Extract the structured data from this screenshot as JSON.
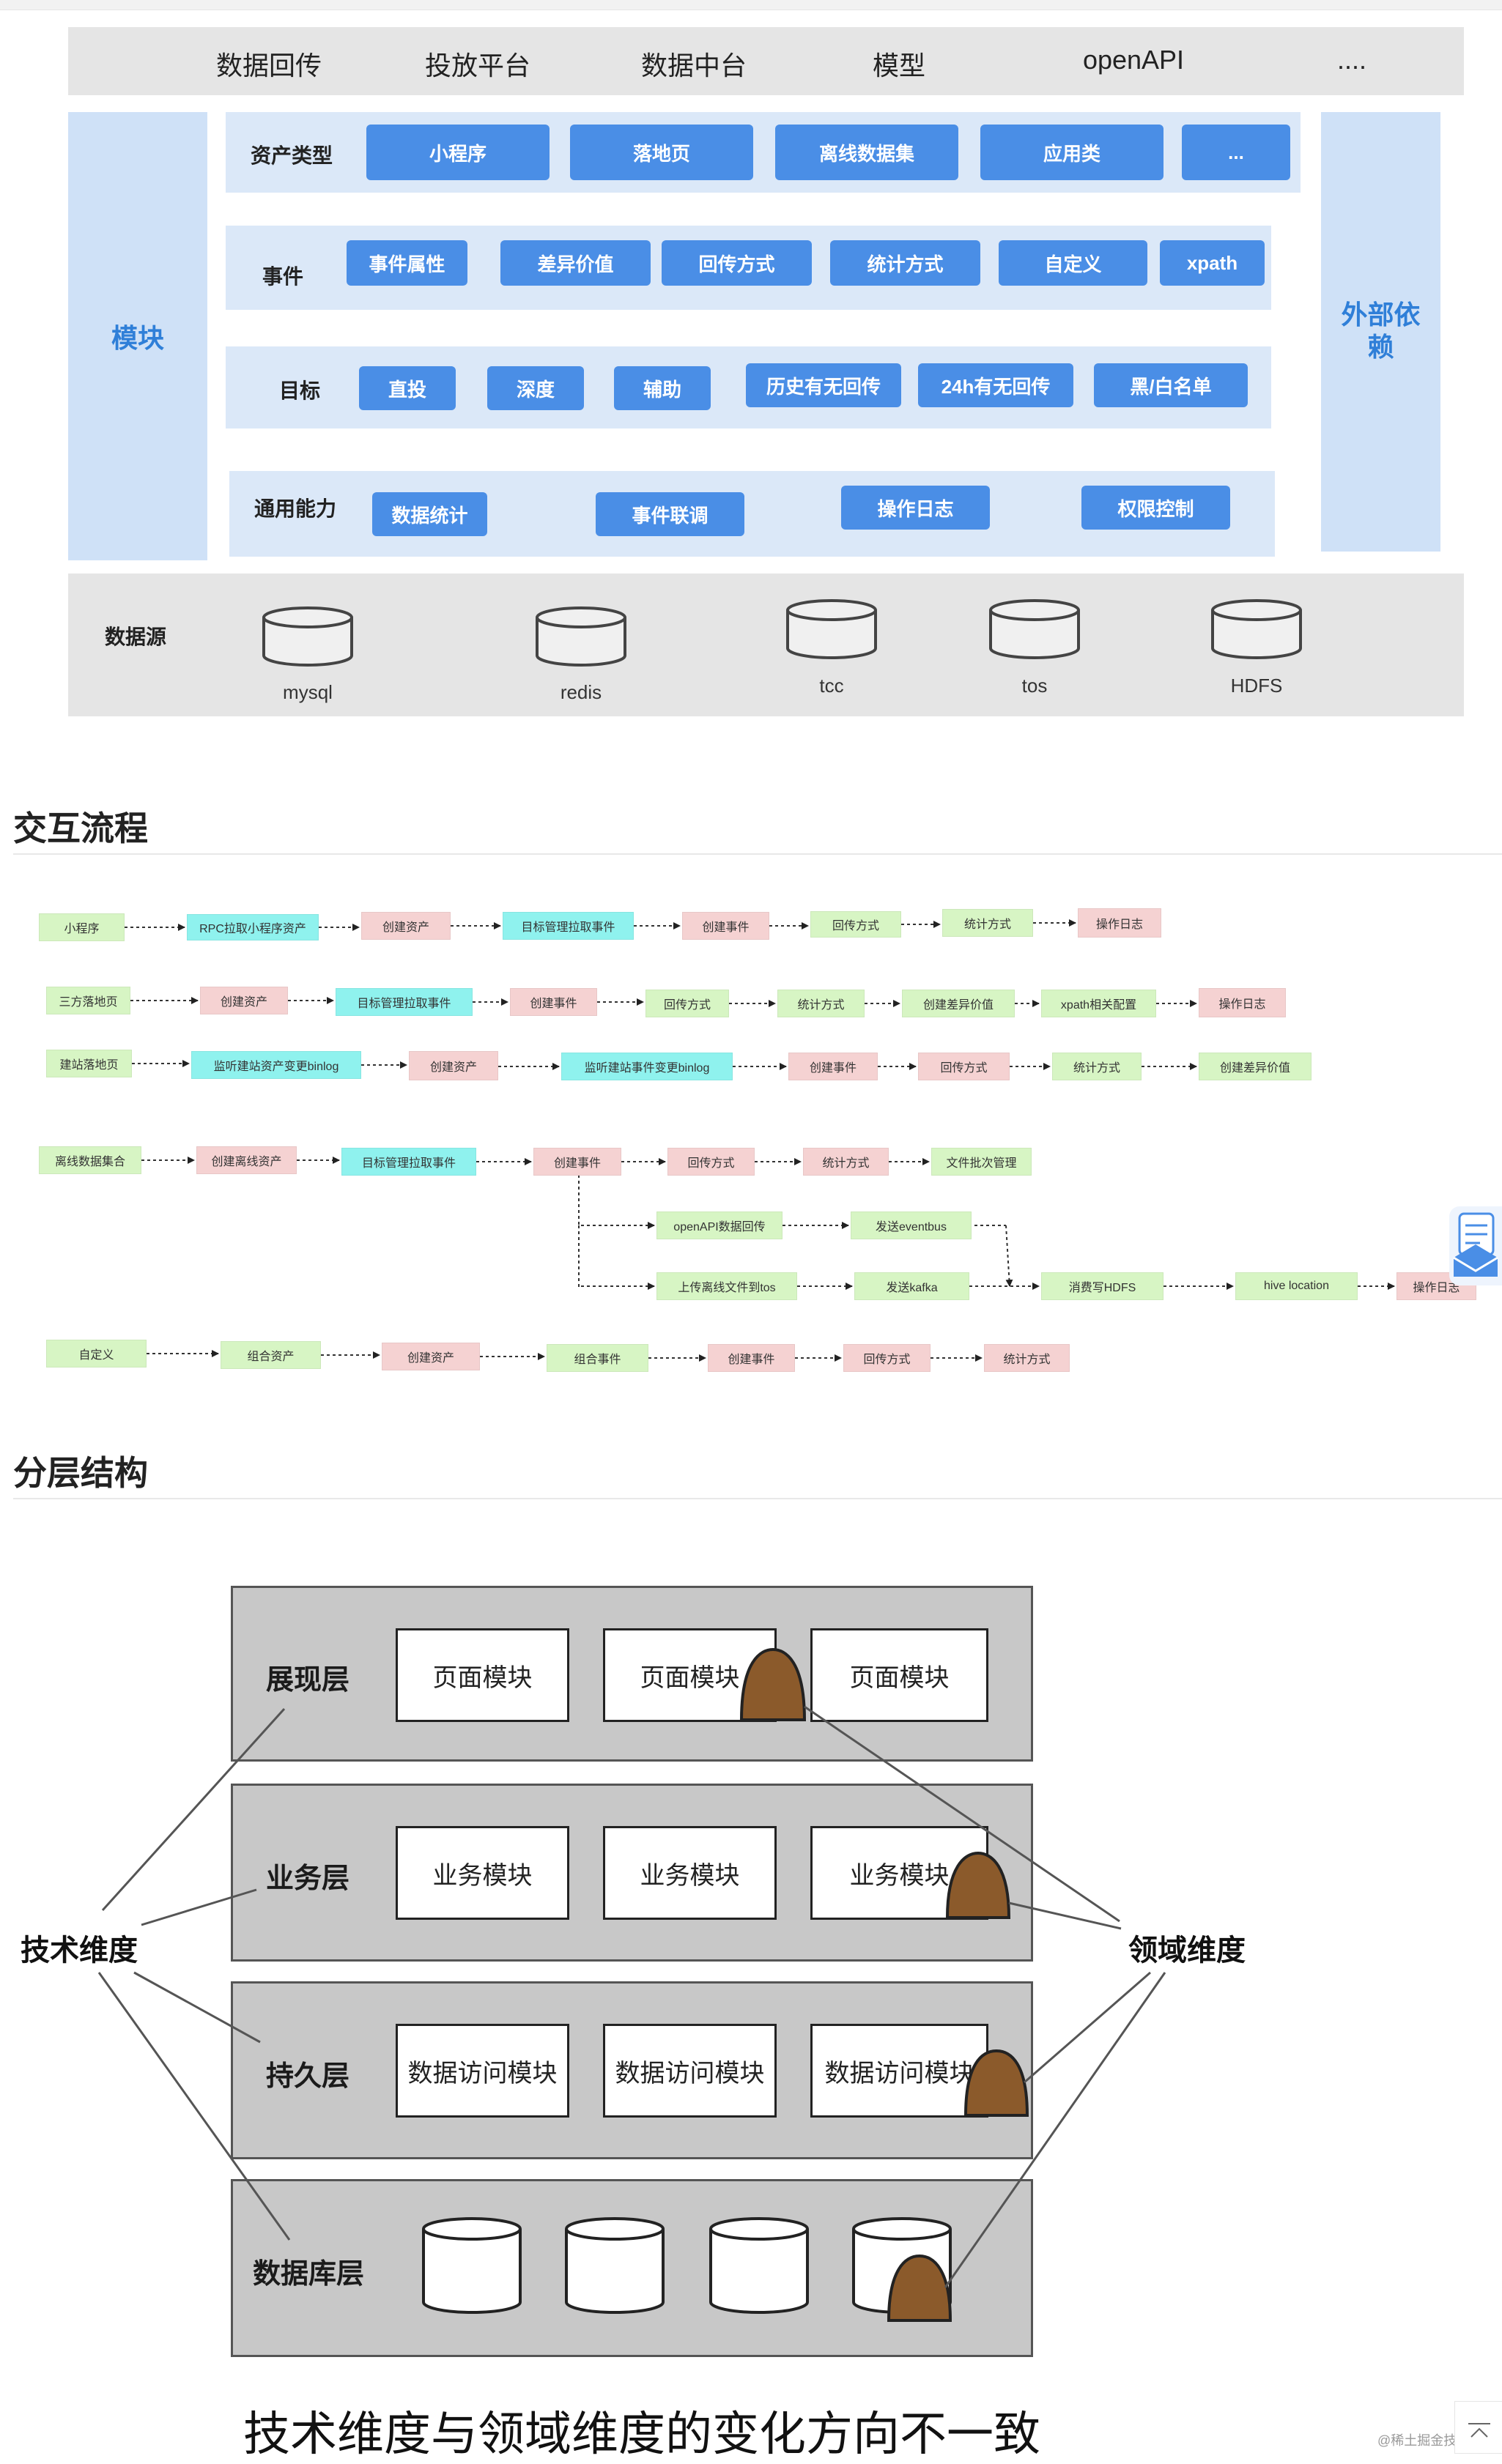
{
  "architecture": {
    "top_items": [
      "数据回传",
      "投放平台",
      "数据中台",
      "模型",
      "openAPI",
      "...."
    ],
    "left_panel": "模块",
    "right_panel": "外部依赖",
    "rows": {
      "asset_type": {
        "label": "资产类型",
        "chips": [
          "小程序",
          "落地页",
          "离线数据集",
          "应用类",
          "..."
        ]
      },
      "event": {
        "label": "事件",
        "chips": [
          "事件属性",
          "差异价值",
          "回传方式",
          "统计方式",
          "自定义",
          "xpath"
        ]
      },
      "target": {
        "label": "目标",
        "chips": [
          "直投",
          "深度",
          "辅助",
          "历史有无回传",
          "24h有无回传",
          "黑/白名单"
        ]
      },
      "common": {
        "label": "通用能力",
        "chips": [
          "数据统计",
          "事件联调",
          "操作日志",
          "权限控制"
        ]
      }
    },
    "datasource": {
      "label": "数据源",
      "items": [
        "mysql",
        "redis",
        "tcc",
        "tos",
        "HDFS"
      ]
    }
  },
  "interaction": {
    "heading": "交互流程",
    "nodes": [
      "小程序",
      "RPC拉取小程序资产",
      "创建资产",
      "目标管理拉取事件",
      "创建事件",
      "回传方式",
      "统计方式",
      "操作日志",
      "三方落地页",
      "创建资产",
      "目标管理拉取事件",
      "创建事件",
      "回传方式",
      "统计方式",
      "创建差异价值",
      "xpath相关配置",
      "操作日志",
      "建站落地页",
      "监听建站资产变更binlog",
      "创建资产",
      "监听建站事件变更binlog",
      "创建事件",
      "回传方式",
      "统计方式",
      "创建差异价值",
      "离线数据集合",
      "创建离线资产",
      "目标管理拉取事件",
      "创建事件",
      "回传方式",
      "统计方式",
      "文件批次管理",
      "openAPI数据回传",
      "发送eventbus",
      "上传离线文件到tos",
      "发送kafka",
      "消费写HDFS",
      "hive location",
      "操作日志",
      "自定义",
      "组合资产",
      "创建资产",
      "组合事件",
      "创建事件",
      "回传方式",
      "统计方式"
    ]
  },
  "layers": {
    "heading": "分层结构",
    "items": [
      {
        "name": "展现层",
        "modules": [
          "页面模块",
          "页面模块",
          "页面模块"
        ]
      },
      {
        "name": "业务层",
        "modules": [
          "业务模块",
          "业务模块",
          "业务模块"
        ]
      },
      {
        "name": "持久层",
        "modules": [
          "数据访问模块",
          "数据访问模块",
          "数据访问模块"
        ]
      },
      {
        "name": "数据库层",
        "modules": []
      }
    ],
    "tech_dimension": "技术维度",
    "domain_dimension": "领域维度",
    "caption": "技术维度与领域维度的变化方向不一致"
  },
  "watermark": "@稀土掘金技术社区",
  "colors": {
    "chip_blue": "#4a8ee6",
    "panel_blue": "#cfe1f7",
    "node_green": "#d7f5c4",
    "node_cyan": "#8ff2ee",
    "node_pink": "#f5d2d2",
    "layer_gray": "#c8c8c8",
    "domain_brown": "#8b5a2b"
  }
}
